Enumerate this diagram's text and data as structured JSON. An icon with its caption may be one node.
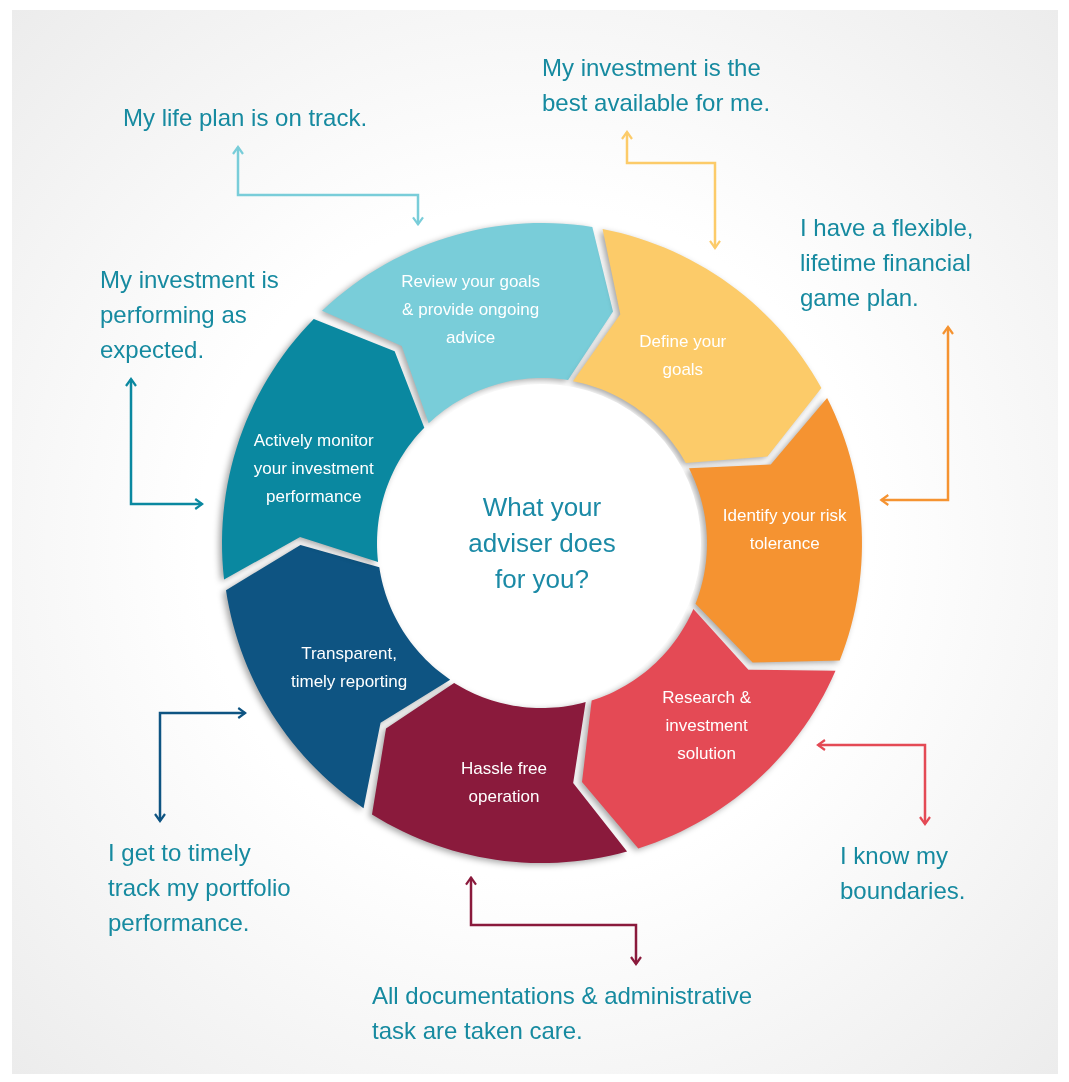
{
  "diagram": {
    "nodes": [
      {
        "text": [
          "Review your goals & provide ongoing advice"
        ]
      },
      {
        "text": [
          "Define your goals"
        ]
      },
      {
        "text": [
          "Identify your risk tolerance"
        ]
      },
      {
        "text": [
          "Research & investment solution"
        ]
      },
      {
        "text": [
          "Hassle free operation"
        ]
      },
      {
        "text": [
          "Transparent, timely reporting"
        ]
      },
      {
        "text": [
          "Actively monitor your investment performance"
        ]
      },
      {
        "text": [
          "What your adviser does for you?"
        ]
      },
      {
        "text": [
          "My life plan is on track."
        ]
      },
      {
        "text": [
          "My investment is the best available for me."
        ]
      },
      {
        "text": [
          "I have a flexible, lifetime financial game plan."
        ]
      },
      {
        "text": [
          "I know my boundaries."
        ]
      },
      {
        "text": [
          "All documentations & administrative task are taken care."
        ]
      },
      {
        "text": [
          "I get to timely track my portfolio performance."
        ]
      },
      {
        "text": [
          "My investment is performing as expected."
        ]
      }
    ],
    "edges": [
      {
        "from": 8,
        "to": 0,
        "arrow": "both",
        "color": "#79cdd9"
      },
      {
        "from": 9,
        "to": 1,
        "arrow": "both",
        "color": "#fccb69"
      },
      {
        "from": 10,
        "to": 2,
        "arrow": "both",
        "color": "#f59331"
      },
      {
        "from": 11,
        "to": 3,
        "arrow": "both",
        "color": "#e44a55"
      },
      {
        "from": 12,
        "to": 4,
        "arrow": "both",
        "color": "#8a1a3c"
      },
      {
        "from": 13,
        "to": 5,
        "arrow": "both",
        "color": "#0e5482"
      },
      {
        "from": 14,
        "to": 6,
        "arrow": "both",
        "color": "#0a88a0"
      }
    ]
  }
}
